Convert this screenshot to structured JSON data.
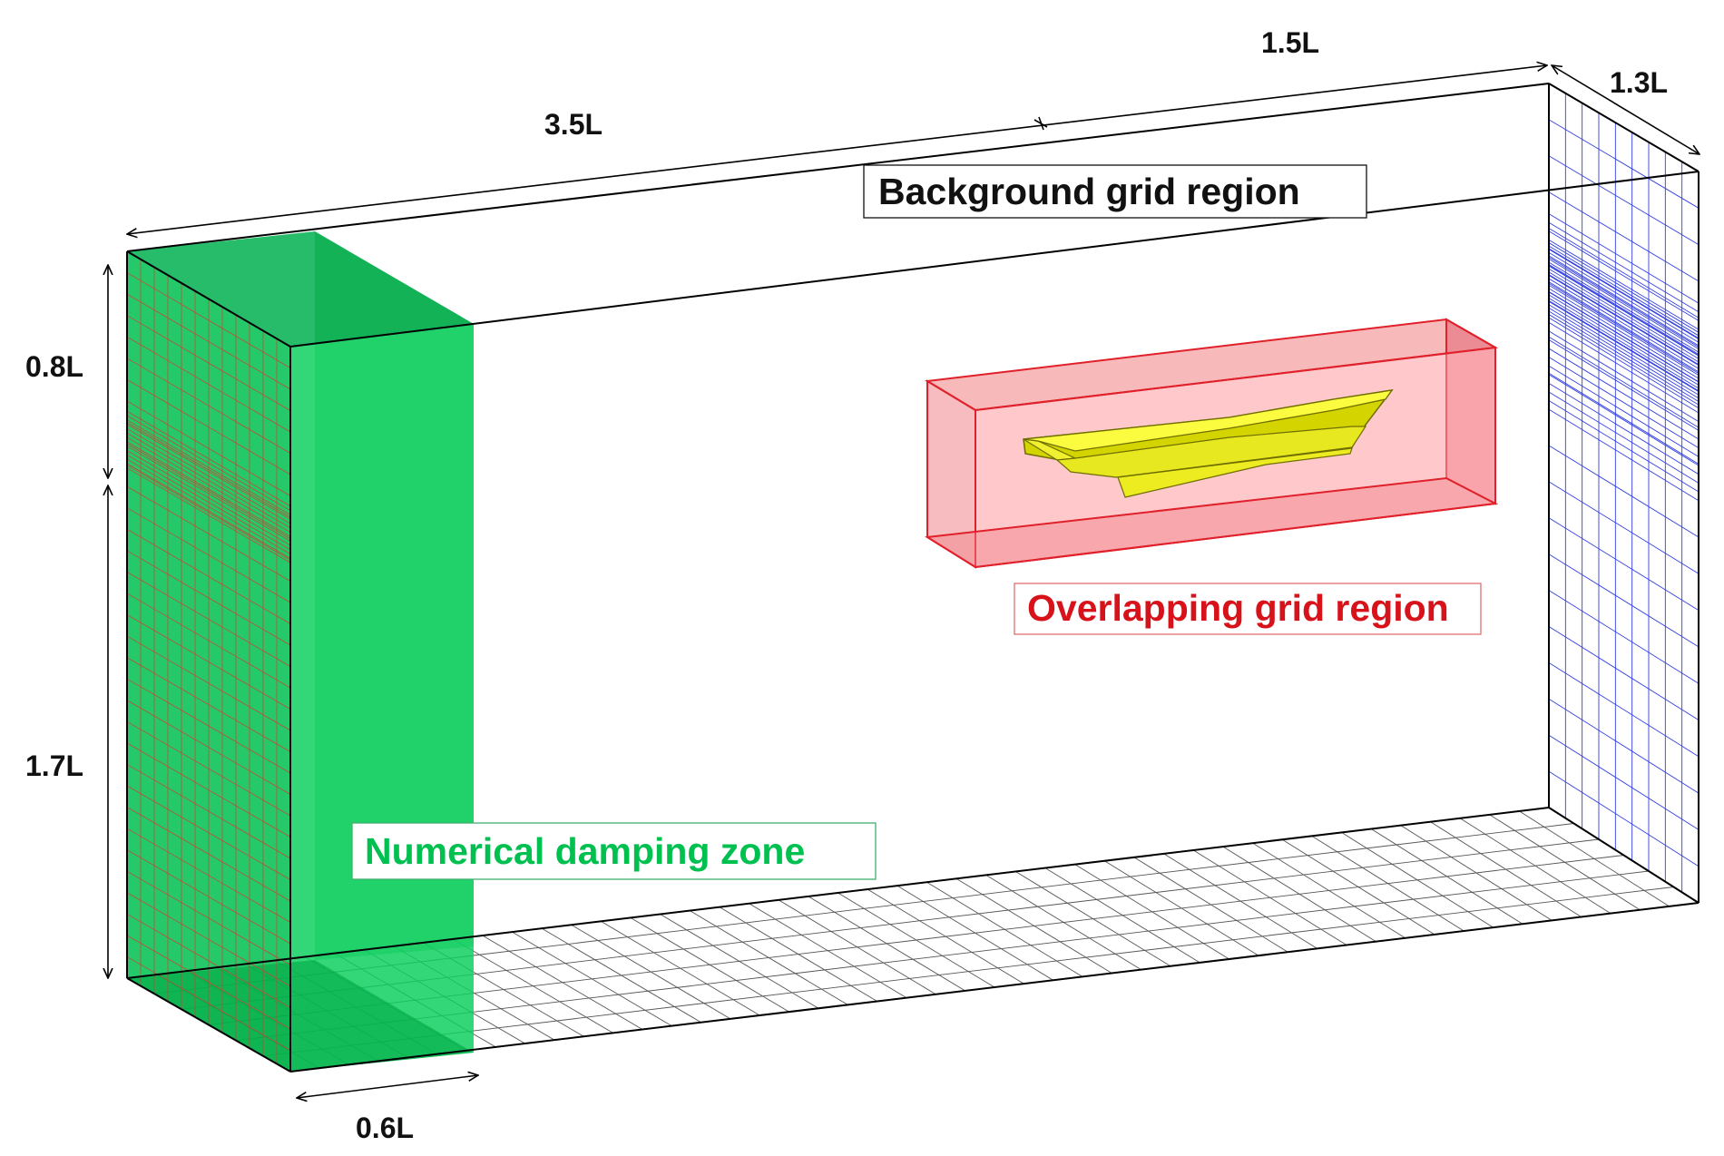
{
  "dimensions": {
    "length_front": "3.5L",
    "length_back": "1.5L",
    "width": "1.3L",
    "height_upper": "0.8L",
    "height_lower": "1.7L",
    "damping_length": "0.6L"
  },
  "regions": {
    "background": "Background grid region",
    "overlapping": "Overlapping grid region",
    "damping": "Numerical damping zone"
  },
  "colors": {
    "background_label": "#111111",
    "overlapping": "#d8121a",
    "damping": "#00c050",
    "ship_hull": "#eaea18",
    "blue_grid": "#3340e0"
  }
}
